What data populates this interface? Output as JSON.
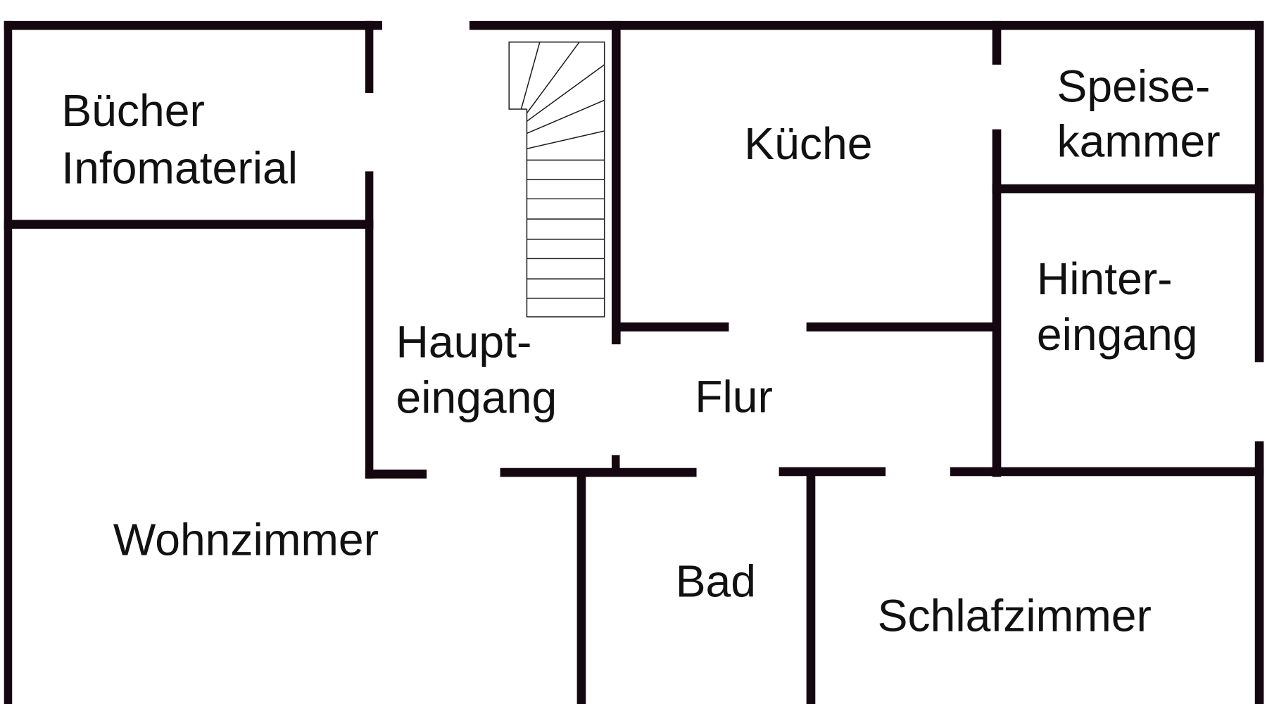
{
  "title": "Grundriss",
  "colors": {
    "wall": "#14070f",
    "background": "#ffffff",
    "text": "#111111"
  },
  "rooms": {
    "buecher": {
      "line1": "Bücher",
      "line2": "Infomaterial"
    },
    "kueche": {
      "label": "Küche"
    },
    "speisekammer": {
      "line1": "Speise-",
      "line2": "kammer"
    },
    "hintereingang": {
      "line1": "Hinter-",
      "line2": "eingang"
    },
    "haupteingang": {
      "line1": "Haupt-",
      "line2": "eingang"
    },
    "flur": {
      "label": "Flur"
    },
    "wohnzimmer": {
      "label": "Wohnzimmer"
    },
    "bad": {
      "label": "Bad"
    },
    "schlafzimmer": {
      "label": "Schlafzimmer"
    }
  },
  "staircase": {
    "icon": "staircase-icon",
    "straight_steps": 8,
    "winder_steps": 7
  }
}
